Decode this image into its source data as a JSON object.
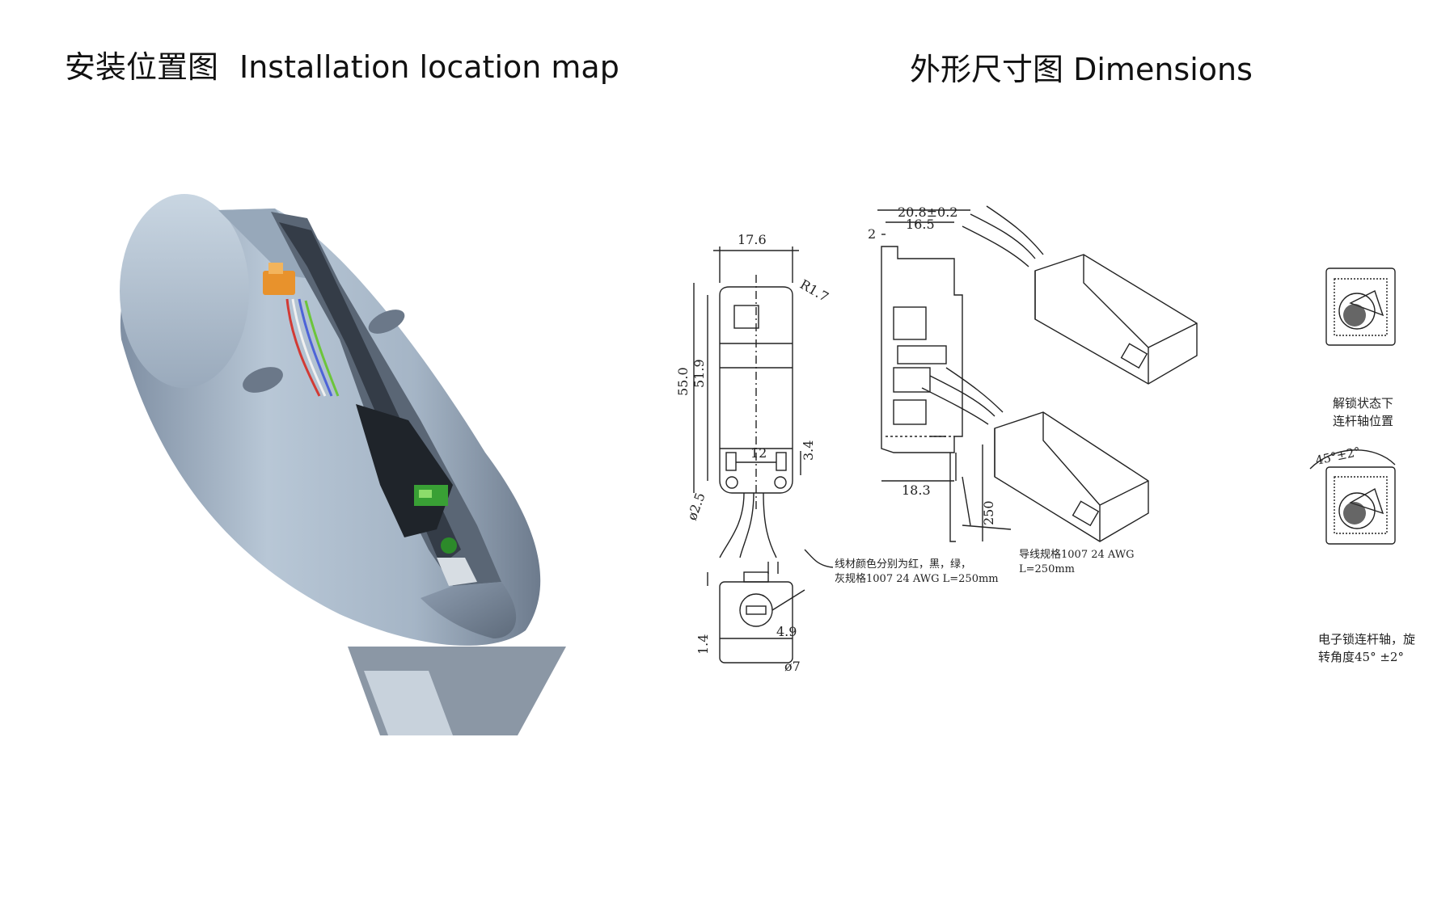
{
  "titles": {
    "installation_cn": "安装位置图",
    "installation_en": "Installation location map",
    "dimensions_cn": "外形尺寸图",
    "dimensions_en": "Dimensions"
  },
  "front_view": {
    "width": "17.6",
    "radius": "R1.7",
    "height_outer": "55.0",
    "height_inner": "51.9",
    "inner_width": "12",
    "foot": "3.4",
    "hole": "ø2.5"
  },
  "side_view": {
    "width_total": "20.8±0.2",
    "width_inner": "16.5",
    "offset": "2",
    "bottom_width": "18.3",
    "cable_length": "250"
  },
  "top_view": {
    "height": "1.4",
    "width": "4.9",
    "diameter": "ø7"
  },
  "notes": {
    "wire_color_line1": "线材颜色分别为红，黑，绿，",
    "wire_color_line2": "灰规格1007 24 AWG L=250mm",
    "lead_spec_line1": "导线规格1007 24 AWG",
    "lead_spec_line2": "L=250mm",
    "unlock_line1": "解锁状态下",
    "unlock_line2": "连杆轴位置",
    "rotation_angle": "45°±2°",
    "rotation_line1": "电子锁连杆轴，旋",
    "rotation_line2": "转角度45° ±2°"
  }
}
